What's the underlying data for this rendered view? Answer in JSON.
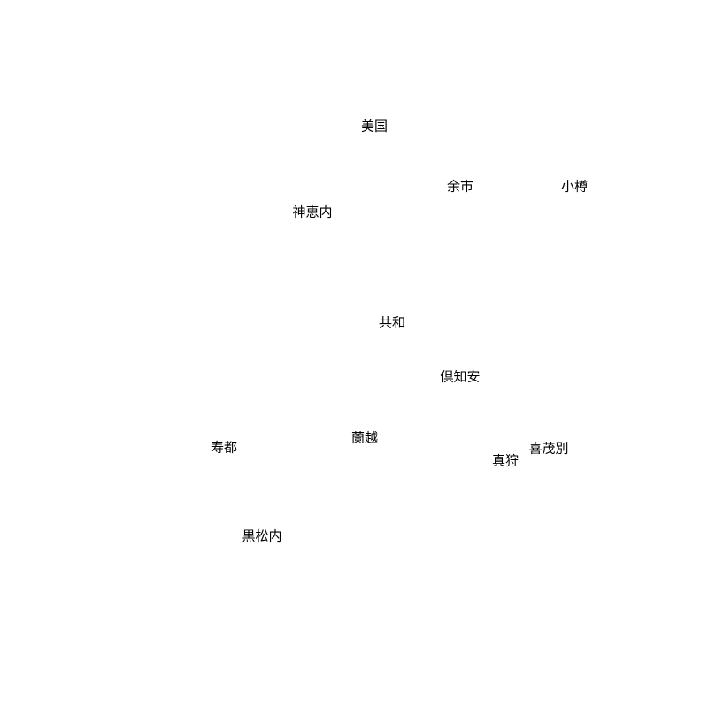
{
  "map": {
    "labels": {
      "bikuni": "美国",
      "yoichi": "余市",
      "otaru": "小樽",
      "kamoenai": "神恵内",
      "kyowa": "共和",
      "kutchan": "倶知安",
      "rankoshi": "蘭越",
      "suttsu": "寿都",
      "kimobetsu": "喜茂別",
      "makkari": "真狩",
      "kuromatsunai": "黒松内"
    }
  }
}
